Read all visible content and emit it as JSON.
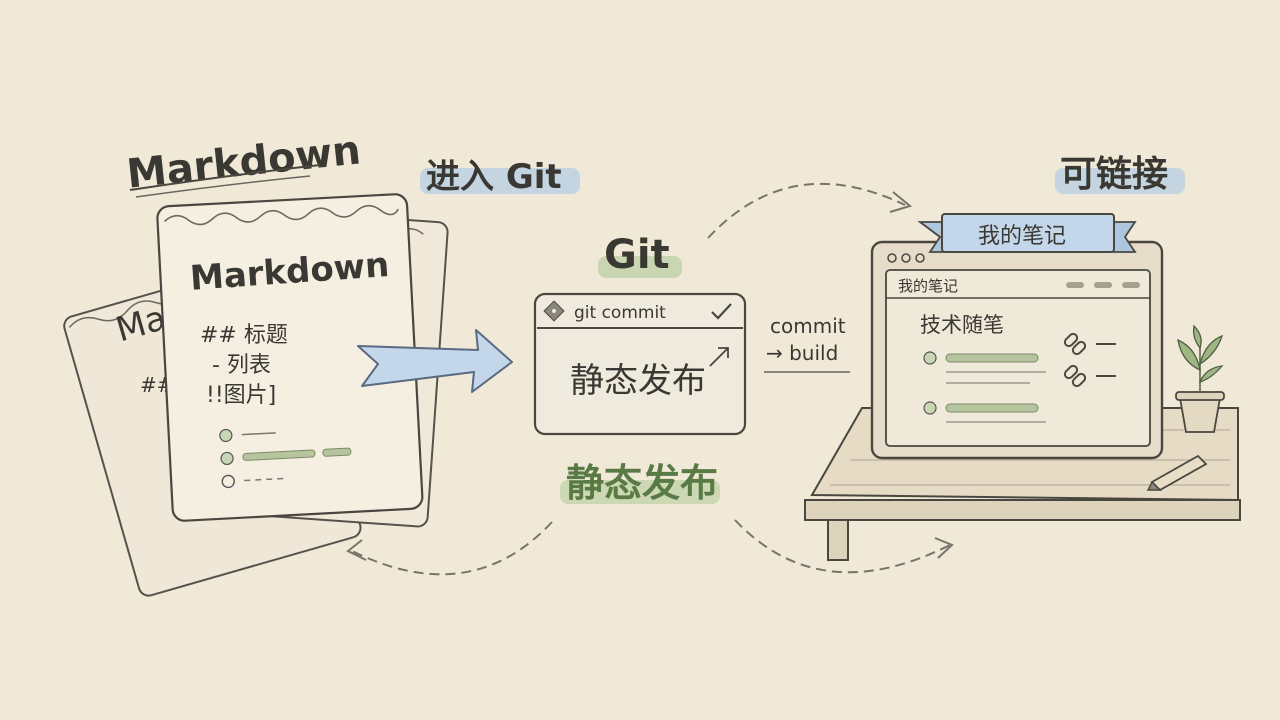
{
  "labels": {
    "markdown_heading": "Markdown",
    "into_git": "进入 Git",
    "git": "Git",
    "static_publish": "静态发布",
    "linkable": "可链接"
  },
  "markdown_doc": {
    "front_title": "Markdown",
    "back_title_fragment": "Ma",
    "line_heading": "## 标题",
    "line_list": "- 列表",
    "line_image": "!!图片]",
    "back_fragment_hash": "##",
    "back_fragment_bang": "!|"
  },
  "git_window": {
    "title": "git commit",
    "body_text": "静态发布"
  },
  "flow_note": {
    "line1": "commit",
    "line2": "→ build"
  },
  "site": {
    "banner": "我的笔记",
    "window_title": "我的笔记",
    "section_title": "技术随笔"
  },
  "colors": {
    "paper": "#f1e9d7",
    "ink": "#3a3833",
    "blue_highlight": "#bcd0e2",
    "green_highlight": "#c5d3ad",
    "green_accent": "#6f8f55",
    "blue_arrow": "#c4d6ea"
  }
}
